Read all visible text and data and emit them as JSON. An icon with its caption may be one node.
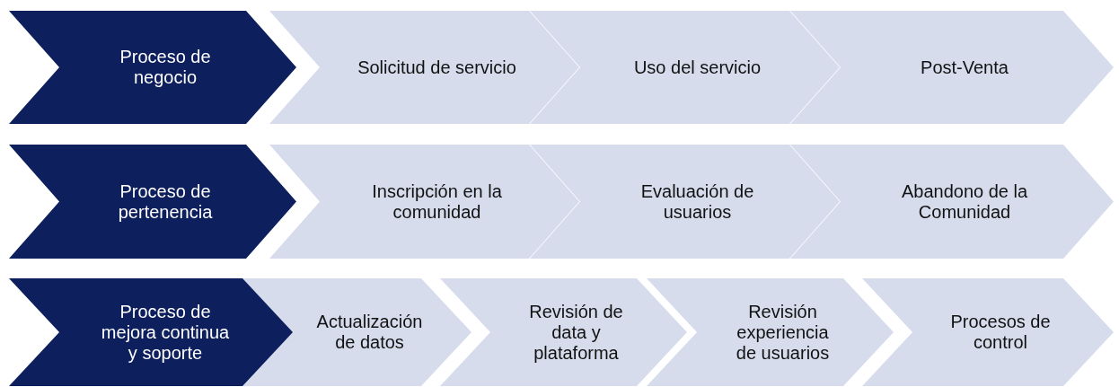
{
  "diagram": {
    "nodes": [
      {
        "text": [
          "Proceso de negocio"
        ]
      },
      {
        "text": [
          "Solicitud de servicio"
        ]
      },
      {
        "text": [
          "Uso del servicio"
        ]
      },
      {
        "text": [
          "Post-Venta"
        ]
      },
      {
        "text": [
          "Proceso de pertenencia"
        ]
      },
      {
        "text": [
          "Inscripción en la comunidad"
        ]
      },
      {
        "text": [
          "Evaluación de usuarios"
        ]
      },
      {
        "text": [
          "Abandono de la Comunidad"
        ]
      },
      {
        "text": [
          "Proceso de mejora continua y soporte"
        ]
      },
      {
        "text": [
          "Actualización de datos"
        ]
      },
      {
        "text": [
          "Revisión de data y plataforma"
        ]
      },
      {
        "text": [
          "Revisión experiencia de usuarios"
        ]
      },
      {
        "text": [
          "Procesos de control"
        ]
      }
    ],
    "edges": []
  }
}
